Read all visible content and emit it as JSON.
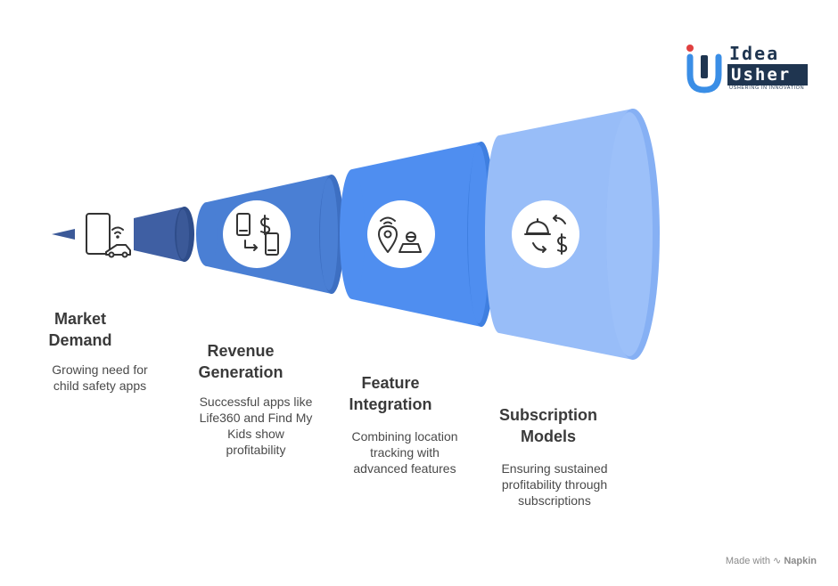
{
  "logo": {
    "word_top": "Idea",
    "word_bottom": "Usher",
    "tagline": "USHERING IN INNOVATION",
    "colors": {
      "accent": "#3a8ee6",
      "dark": "#1f3550"
    }
  },
  "stages": [
    {
      "title_lines": [
        "Market",
        "Demand"
      ],
      "desc_lines": [
        "Growing need for",
        "child safety apps"
      ],
      "icon": "phone-car-icon",
      "color": "#3b5998"
    },
    {
      "title_lines": [
        "Revenue",
        "Generation"
      ],
      "desc_lines": [
        "Successful apps like",
        "Life360 and Find My",
        "Kids show",
        "profitability"
      ],
      "icon": "phone-transfer-dollar-icon",
      "color": "#4a7fd4"
    },
    {
      "title_lines": [
        "Feature",
        "Integration"
      ],
      "desc_lines": [
        "Combining location",
        "tracking with",
        "advanced features"
      ],
      "icon": "location-tracking-icon",
      "color": "#4f8ef0"
    },
    {
      "title_lines": [
        "Subscription",
        "Models"
      ],
      "desc_lines": [
        "Ensuring sustained",
        "profitability through",
        "subscriptions"
      ],
      "icon": "service-cycle-dollar-icon",
      "color": "#98bdf8"
    }
  ],
  "footer": {
    "made_with": "Made with",
    "brand": "Napkin"
  }
}
